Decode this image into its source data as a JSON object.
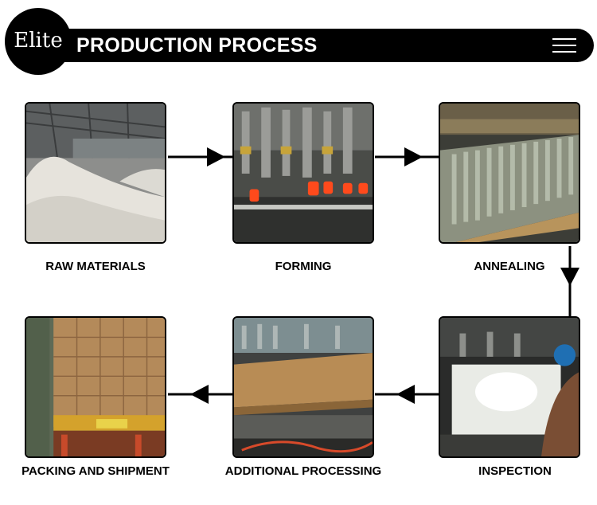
{
  "header": {
    "logo_text": "Elite",
    "title": "PRODUCTION PROCESS"
  },
  "steps": [
    {
      "label": "RAW MATERIALS"
    },
    {
      "label": "FORMING"
    },
    {
      "label": "ANNEALING"
    },
    {
      "label": "INSPECTION"
    },
    {
      "label": "ADDITIONAL PROCESSING"
    },
    {
      "label": "PACKING AND SHIPMENT"
    }
  ],
  "icons": {
    "menu": "hamburger-menu-icon",
    "arrow": "arrowhead-icon"
  },
  "colors": {
    "bar": "#000000",
    "text_on_bar": "#ffffff"
  }
}
